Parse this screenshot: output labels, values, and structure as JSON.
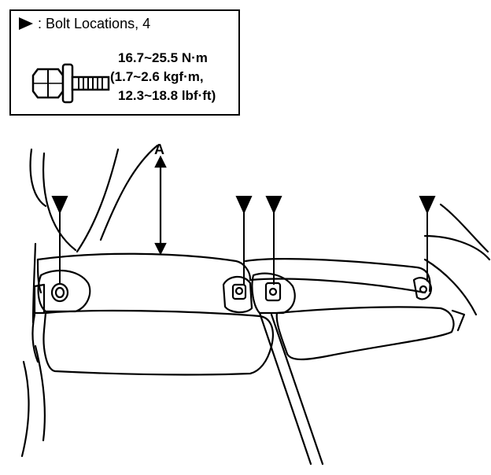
{
  "legend": {
    "title": ": Bolt Locations, 4",
    "torque_nm": "16.7~25.5 N·m",
    "torque_kgf": "(1.7~2.6 kgf·m,",
    "torque_lbf": "12.3~18.8 lbf·ft)",
    "marker_icon": "triangle-marker-icon",
    "bolt_icon": "flange-bolt-icon"
  },
  "callout": {
    "label": "A"
  },
  "bolt_markers": [
    {
      "name": "bolt-marker-1"
    },
    {
      "name": "bolt-marker-2"
    },
    {
      "name": "bolt-marker-3"
    },
    {
      "name": "bolt-marker-4"
    }
  ]
}
